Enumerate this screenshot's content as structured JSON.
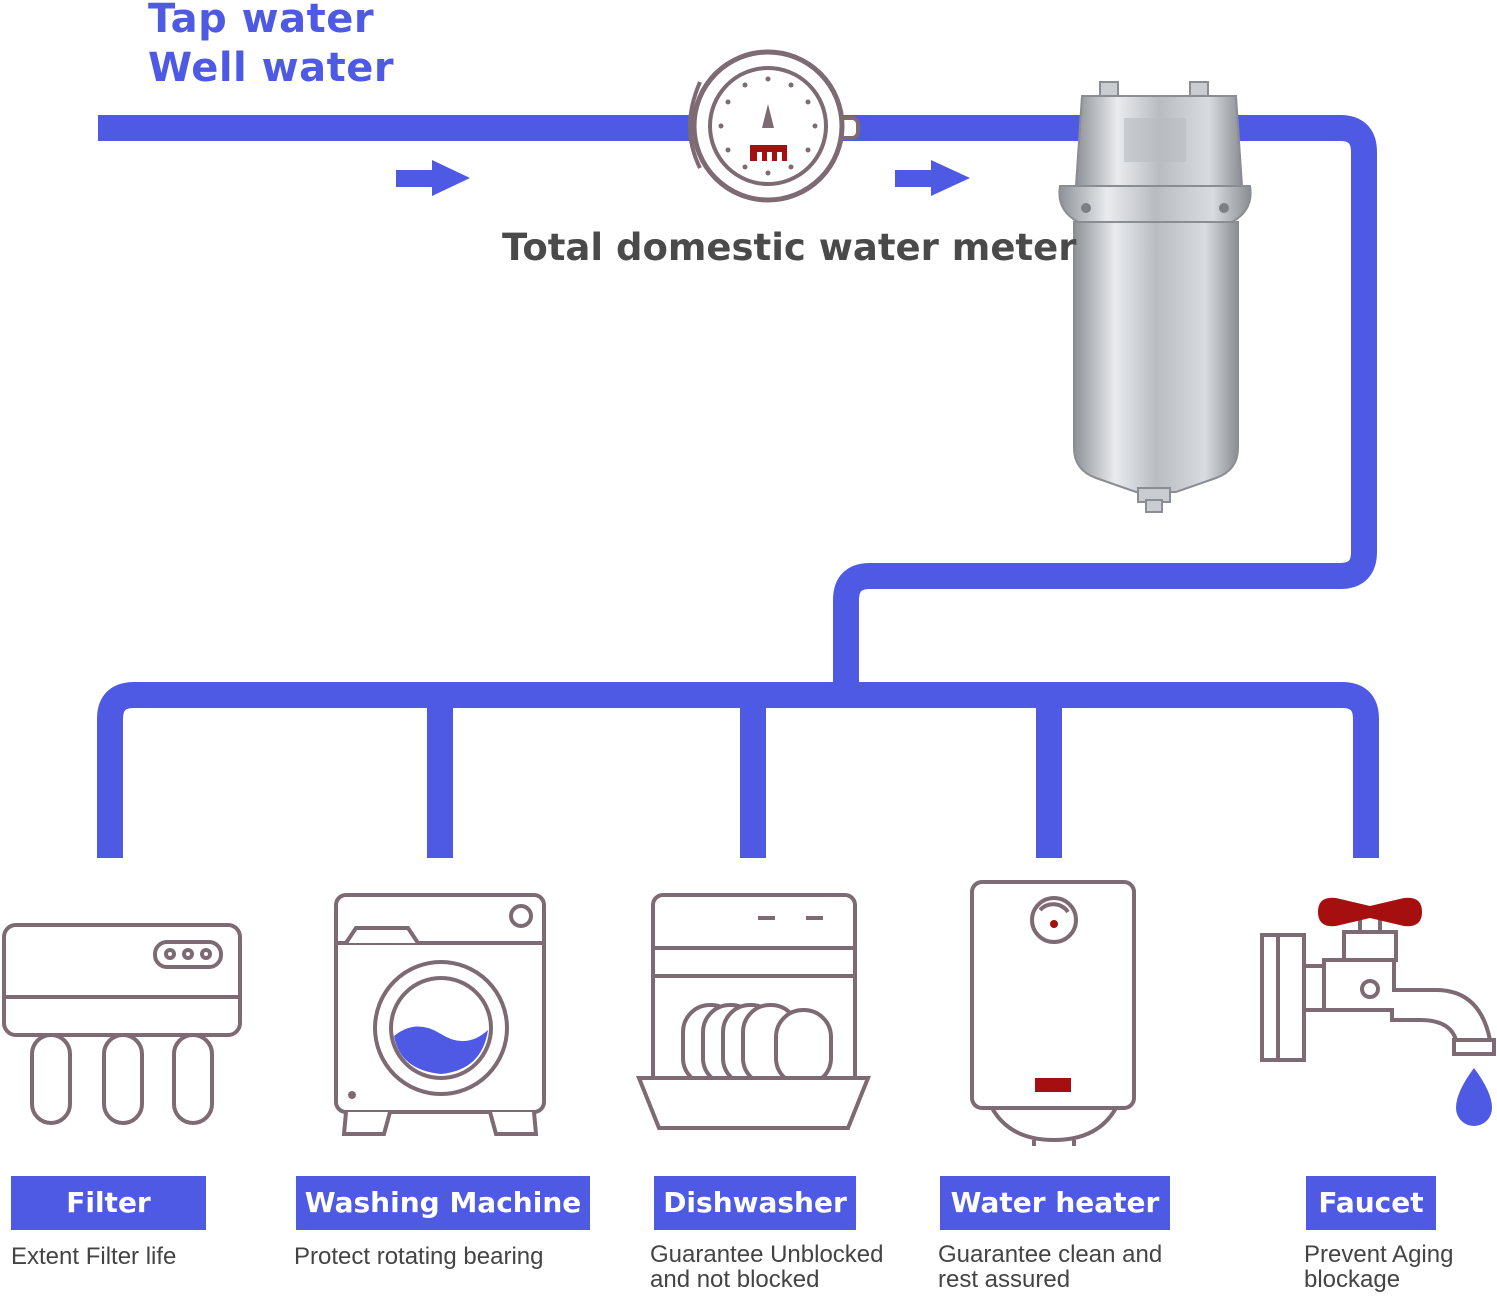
{
  "header": {
    "line1": "Tap water",
    "line2": "Well water"
  },
  "meter": {
    "label": "Total domestic water meter"
  },
  "colors": {
    "pipe": "#4f5ae4",
    "outline": "#7d6a72",
    "accent": "#a50f0f",
    "water": "#4f5ae4"
  },
  "appliances": [
    {
      "name": "Filter",
      "desc_line1": "Extent Filter life",
      "desc_line2": ""
    },
    {
      "name": "Washing Machine",
      "desc_line1": "Protect rotating bearing",
      "desc_line2": ""
    },
    {
      "name": "Dishwasher",
      "desc_line1": "Guarantee Unblocked",
      "desc_line2": "and not blocked"
    },
    {
      "name": "Water heater",
      "desc_line1": "Guarantee clean and",
      "desc_line2": "rest assured"
    },
    {
      "name": "Faucet",
      "desc_line1": "Prevent Aging",
      "desc_line2": "blockage"
    }
  ]
}
